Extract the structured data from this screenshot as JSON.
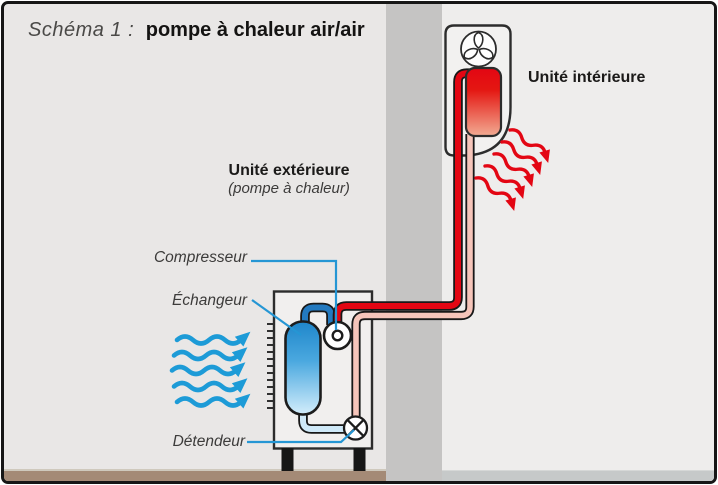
{
  "title": {
    "schema_label": "Schéma 1 :",
    "schema_title": "pompe à chaleur air/air"
  },
  "units": {
    "indoor": {
      "label": "Unité intérieure"
    },
    "outdoor": {
      "label": "Unité extérieure",
      "sublabel": "(pompe à chaleur)"
    }
  },
  "components": {
    "compressor": {
      "label": "Compresseur"
    },
    "exchanger": {
      "label": "Échangeur"
    },
    "expansion_valve": {
      "label": "Détendeur"
    }
  },
  "airflows": {
    "cold_air_arrows": 5,
    "warm_air_arrows": 5
  },
  "colors": {
    "hot_pipe": "#e30613",
    "cooled_pipe": "#f6c5ba",
    "cold_pipe": "#cfe9f8",
    "suction_pipe": "#2379bf",
    "cold_air_arrow": "#1d9bd7",
    "warm_air_arrow": "#e30613",
    "leader_line": "#2596d4",
    "wall": "#c5c4c3",
    "outdoor_ground": "#a48a76",
    "indoor_floor": "#c6c9c9"
  }
}
